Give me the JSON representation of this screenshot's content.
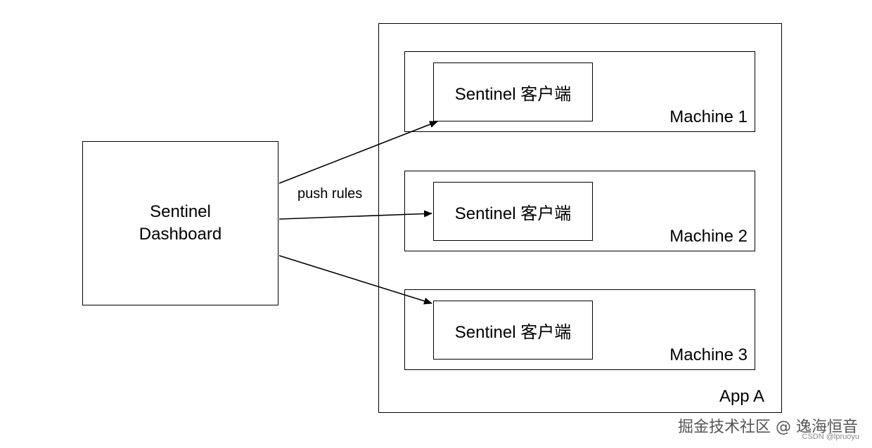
{
  "dashboard": {
    "line1": "Sentinel",
    "line2": "Dashboard"
  },
  "edge_label": "push rules",
  "app": {
    "label": "App A",
    "machines": [
      {
        "label": "Machine 1",
        "client": "Sentinel 客户端"
      },
      {
        "label": "Machine 2",
        "client": "Sentinel 客户端"
      },
      {
        "label": "Machine 3",
        "client": "Sentinel 客户端"
      }
    ]
  },
  "watermark": {
    "main": "掘金技术社区 @ 逸海恒音",
    "sub": "CSDN @lpruoyu"
  }
}
